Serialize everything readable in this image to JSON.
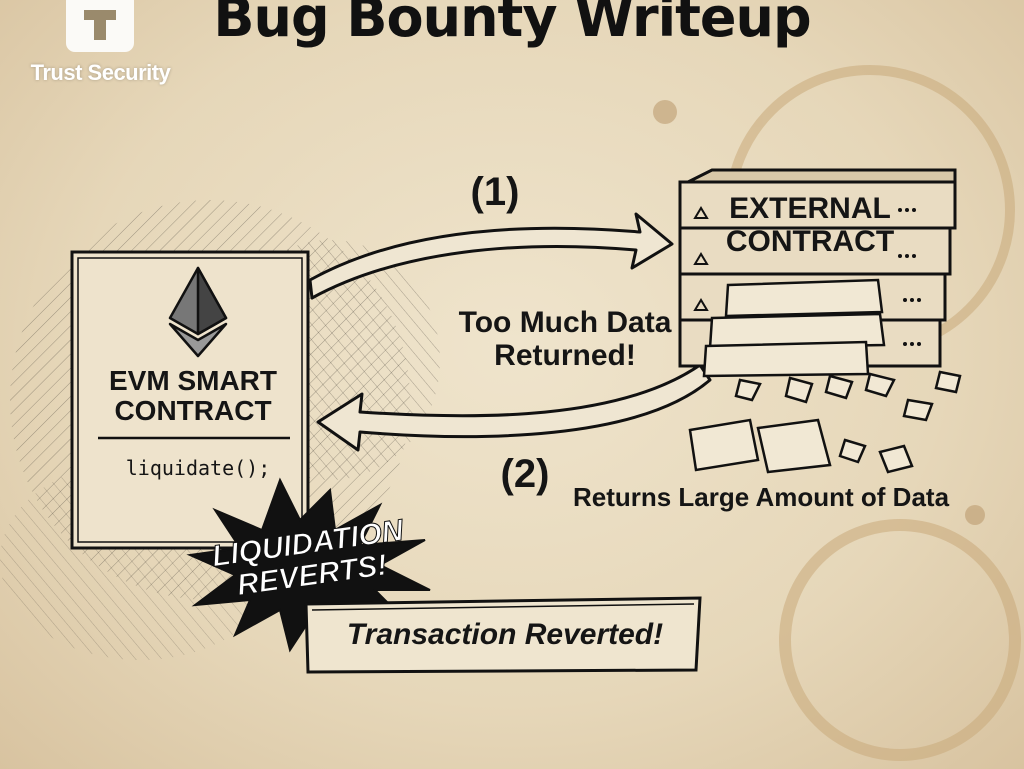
{
  "title": "Bug Bounty Writeup",
  "logo": {
    "text": "Trust Security",
    "letter": "T",
    "icon": "trust-security-logo"
  },
  "evm_contract": {
    "line1": "EVM SMART",
    "line2": "CONTRACT",
    "code": "liquidate();",
    "icon": "ethereum-icon"
  },
  "external_contract": {
    "line1": "EXTERNAL",
    "line2": "CONTRACT",
    "icon": "server-stack-icon"
  },
  "step1": {
    "label": "(1)"
  },
  "step2": {
    "label": "(2)"
  },
  "too_much_data": {
    "line1": "Too Much Data",
    "line2": "Returned!"
  },
  "returns_label": "Returns Large Amount of Data",
  "burst": {
    "line1": "LIQUIDATION",
    "line2": "REVERTS!"
  },
  "banner": "Transaction Reverted!",
  "colors": {
    "paper": "#e8dcc2",
    "ink": "#151515",
    "stain": "#c9a97a"
  }
}
